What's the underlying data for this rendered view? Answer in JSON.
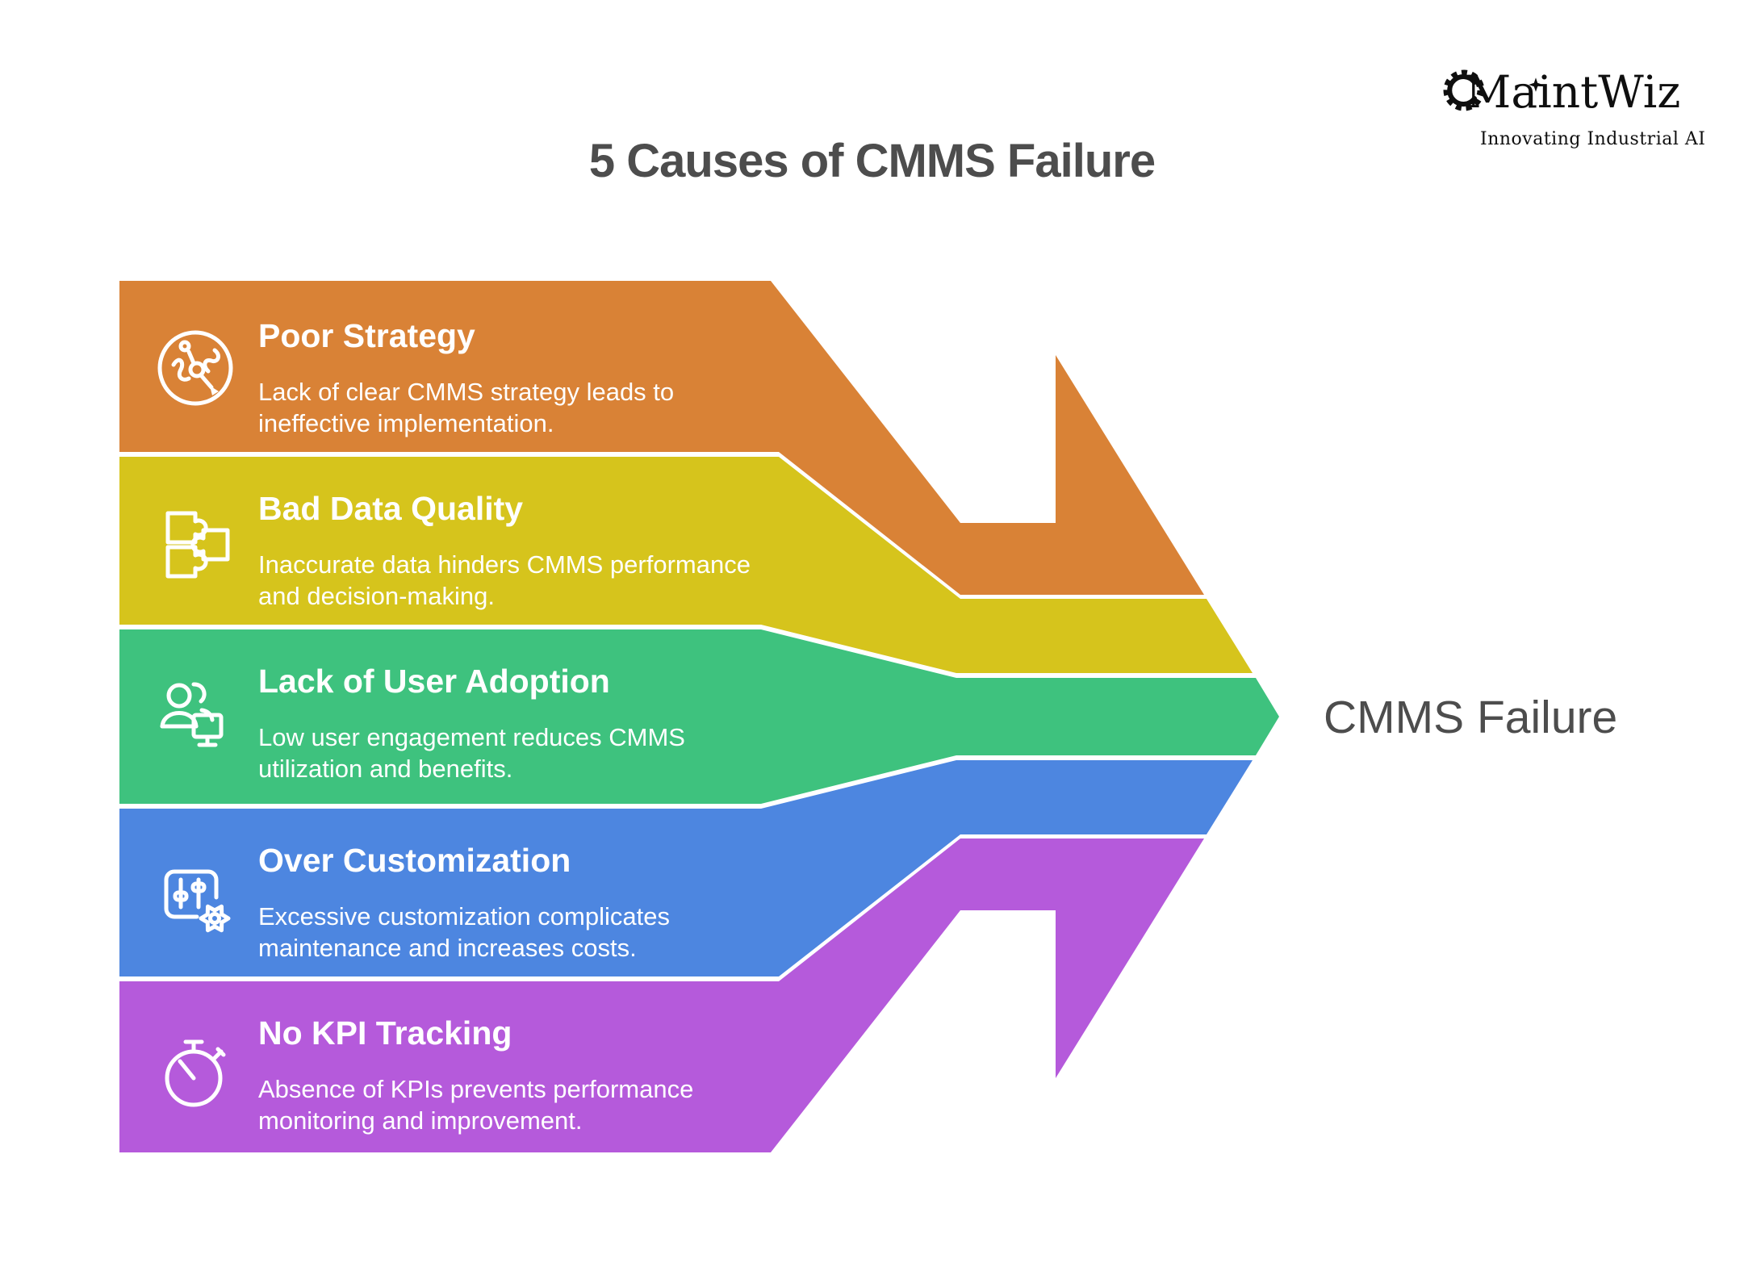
{
  "title": "5 Causes of CMMS Failure",
  "logo": {
    "name": "MaintWiz",
    "tagline": "Innovating Industrial AI"
  },
  "result_label": "CMMS Failure",
  "colors": {
    "background": "#ffffff",
    "title_text": "#4d4d4d",
    "result_text": "#4d4d4d",
    "band_text": "#ffffff",
    "logo_text": "#0f0f0f"
  },
  "bands": [
    {
      "id": "poor-strategy",
      "icon": "strategy-route-icon",
      "heading": "Poor Strategy",
      "description_lines": [
        "Lack of clear CMMS strategy leads to",
        "ineffective implementation."
      ],
      "color": "#d98236"
    },
    {
      "id": "bad-data-quality",
      "icon": "puzzle-icon",
      "heading": "Bad Data Quality",
      "description_lines": [
        "Inaccurate data hinders CMMS performance",
        "and decision-making."
      ],
      "color": "#d6c41c"
    },
    {
      "id": "lack-of-user-adoption",
      "icon": "users-monitor-icon",
      "heading": "Lack of User Adoption",
      "description_lines": [
        "Low user engagement reduces CMMS",
        "utilization and benefits."
      ],
      "color": "#3ec27e"
    },
    {
      "id": "over-customization",
      "icon": "sliders-gear-icon",
      "heading": "Over Customization",
      "description_lines": [
        "Excessive customization complicates",
        "maintenance and increases costs."
      ],
      "color": "#4d86e0"
    },
    {
      "id": "no-kpi-tracking",
      "icon": "stopwatch-icon",
      "heading": "No KPI Tracking",
      "description_lines": [
        "Absence of KPIs prevents performance",
        "monitoring and improvement."
      ],
      "color": "#b55adb"
    }
  ]
}
